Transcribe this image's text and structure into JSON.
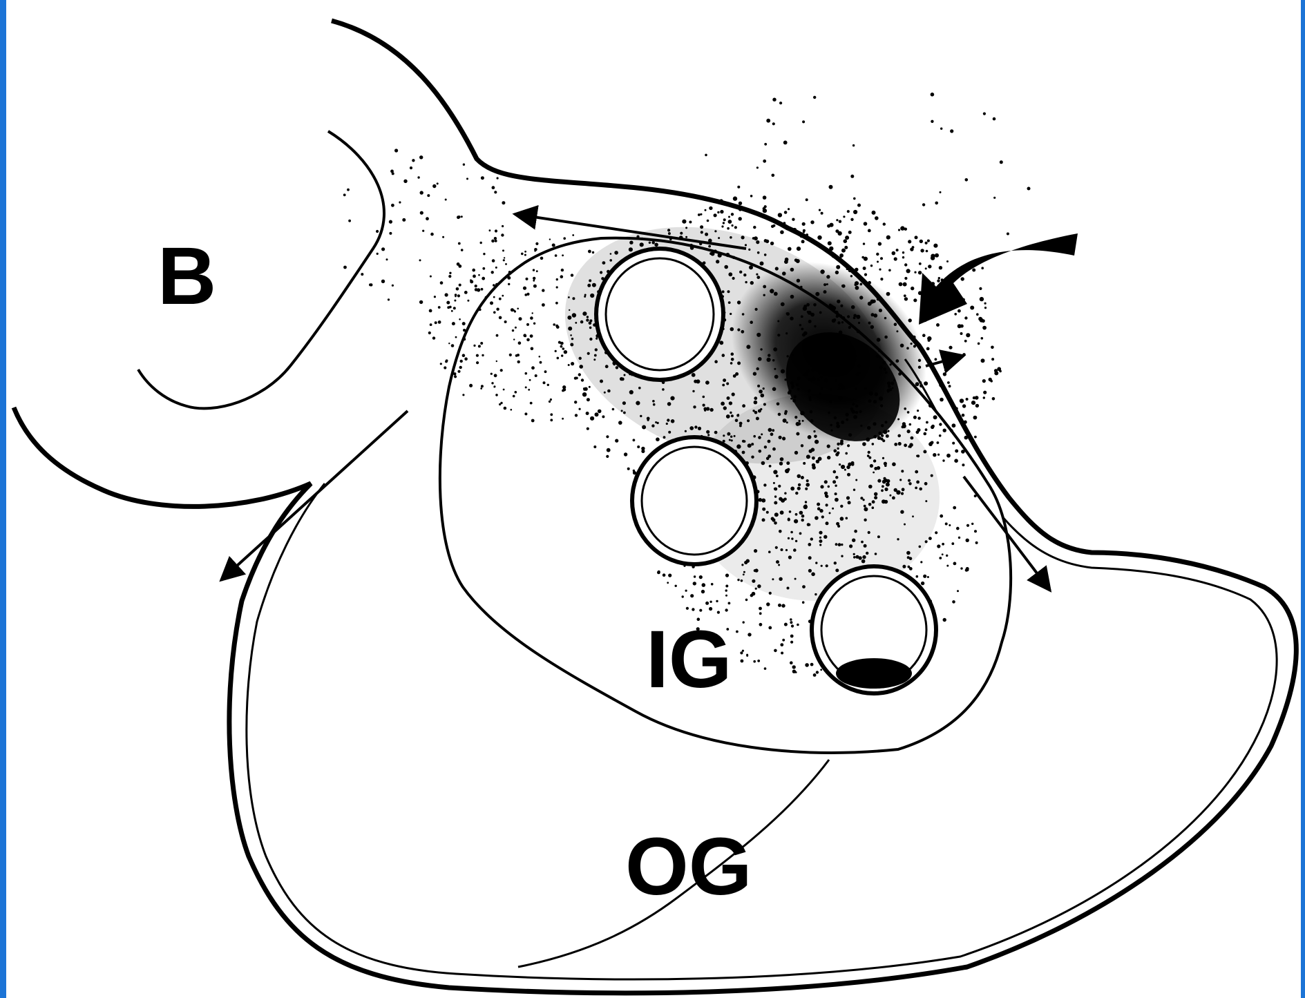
{
  "figure": {
    "labels": {
      "b": "B",
      "ig": "IG",
      "og": "OG"
    },
    "colors": {
      "ink": "#000000",
      "paper": "#ffffff",
      "frame": "#1c74d6"
    },
    "icons": [
      "curved-arrow-icon",
      "arrow-icon"
    ]
  }
}
